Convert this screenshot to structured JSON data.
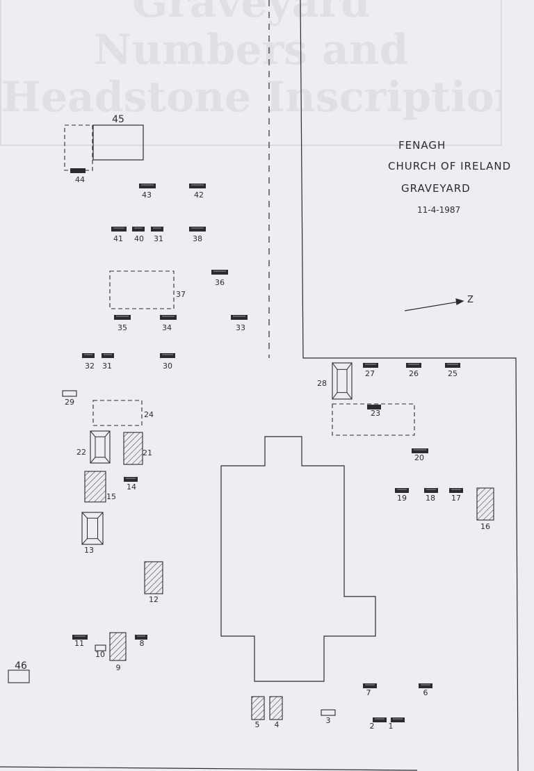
{
  "watermark": {
    "line1": "Graveyard",
    "line2": "Numbers and",
    "line3": "Headstone Inscriptions."
  },
  "title": {
    "line1": "FENAGH",
    "line2": "CHURCH OF IRELAND",
    "line3": "GRAVEYARD",
    "date": "11-4-1987"
  },
  "north_arrow": {
    "label": "Z",
    "icon": "north-arrow-icon"
  },
  "graves": [
    {
      "n": "1",
      "kind": "headstone"
    },
    {
      "n": "2",
      "kind": "headstone"
    },
    {
      "n": "3",
      "kind": "small-marker"
    },
    {
      "n": "4",
      "kind": "tomb-hatched"
    },
    {
      "n": "5",
      "kind": "tomb-hatched"
    },
    {
      "n": "6",
      "kind": "headstone"
    },
    {
      "n": "7",
      "kind": "headstone"
    },
    {
      "n": "8",
      "kind": "headstone"
    },
    {
      "n": "9",
      "kind": "tomb-hatched"
    },
    {
      "n": "10",
      "kind": "small-marker"
    },
    {
      "n": "11",
      "kind": "headstone"
    },
    {
      "n": "12",
      "kind": "tomb-hatched"
    },
    {
      "n": "13",
      "kind": "tomb-pitched"
    },
    {
      "n": "14",
      "kind": "headstone"
    },
    {
      "n": "15",
      "kind": "tomb-hatched"
    },
    {
      "n": "16",
      "kind": "tomb-hatched"
    },
    {
      "n": "17",
      "kind": "headstone"
    },
    {
      "n": "18",
      "kind": "headstone"
    },
    {
      "n": "19",
      "kind": "headstone"
    },
    {
      "n": "20",
      "kind": "headstone"
    },
    {
      "n": "21",
      "kind": "tomb-hatched"
    },
    {
      "n": "22",
      "kind": "tomb-pitched"
    },
    {
      "n": "23",
      "kind": "enclosure"
    },
    {
      "n": "24",
      "kind": "enclosure-plot"
    },
    {
      "n": "25",
      "kind": "headstone"
    },
    {
      "n": "26",
      "kind": "headstone"
    },
    {
      "n": "27",
      "kind": "headstone"
    },
    {
      "n": "28",
      "kind": "tomb-pitched"
    },
    {
      "n": "29",
      "kind": "small-marker"
    },
    {
      "n": "30",
      "kind": "headstone"
    },
    {
      "n": "31",
      "kind": "headstone"
    },
    {
      "n": "32",
      "kind": "headstone"
    },
    {
      "n": "33",
      "kind": "headstone"
    },
    {
      "n": "34",
      "kind": "headstone"
    },
    {
      "n": "35",
      "kind": "headstone"
    },
    {
      "n": "36",
      "kind": "headstone"
    },
    {
      "n": "37",
      "kind": "enclosure-plot"
    },
    {
      "n": "31",
      "kind": "headstone"
    },
    {
      "n": "38",
      "kind": "headstone"
    },
    {
      "n": "40",
      "kind": "headstone"
    },
    {
      "n": "41",
      "kind": "headstone"
    },
    {
      "n": "42",
      "kind": "headstone"
    },
    {
      "n": "43",
      "kind": "headstone"
    },
    {
      "n": "44",
      "kind": "enclosure-with-headstone"
    },
    {
      "n": "45",
      "kind": "vault"
    },
    {
      "n": "46",
      "kind": "small-marker"
    }
  ],
  "colors": {
    "ink": "#2a2a30",
    "paper": "#eeeef2",
    "watermark": "#dfdfe5"
  }
}
